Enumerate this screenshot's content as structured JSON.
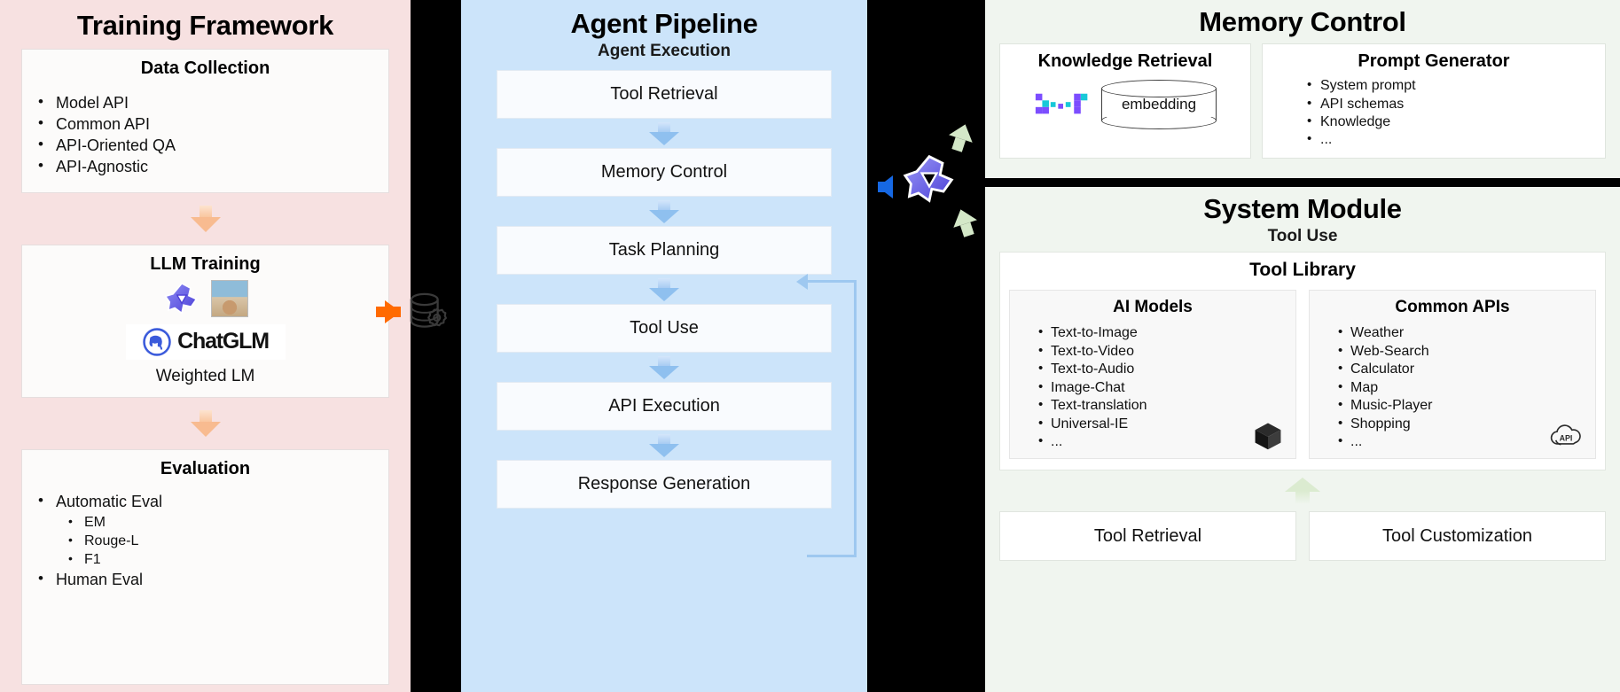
{
  "training": {
    "title": "Training Framework",
    "data_collection": {
      "title": "Data Collection",
      "items": [
        "Model API",
        "Common API",
        "API-Oriented QA",
        "API-Agnostic"
      ]
    },
    "llm_training": {
      "title": "LLM Training",
      "logo_glm": "glm-hexagon-logo",
      "logo_llama": "llama-image-logo",
      "chatglm_label": "ChatGLM",
      "caption": "Weighted LM"
    },
    "evaluation": {
      "title": "Evaluation",
      "items": [
        {
          "label": "Automatic Eval",
          "level": 0
        },
        {
          "label": "EM",
          "level": 1
        },
        {
          "label": "Rouge-L",
          "level": 1
        },
        {
          "label": "F1",
          "level": 1
        },
        {
          "label": "Human Eval",
          "level": 0
        }
      ]
    }
  },
  "connectors": {
    "db_icon": "database-gear-icon",
    "arrow_in": "arrow-right-orange",
    "arrow_out": "arrow-right-blue",
    "arrow_back": "arrow-left-blue",
    "glm_logo": "glm-hexagon-logo",
    "arrow_up_green": "arrow-green-up",
    "arrow_down_green": "arrow-green-down"
  },
  "pipeline": {
    "title": "Agent Pipeline",
    "subtitle": "Agent Execution",
    "steps": [
      "Tool Retrieval",
      "Memory Control",
      "Task Planning",
      "Tool Use",
      "API Execution",
      "Response Generation"
    ],
    "feedback_loop": "feedback-loop-arrow"
  },
  "memory": {
    "title": "Memory Control",
    "knowledge_retrieval": {
      "title": "Knowledge Retrieval",
      "logo": "vector-dots-logo",
      "store_label": "embedding"
    },
    "prompt_generator": {
      "title": "Prompt Generator",
      "items": [
        "System prompt",
        "API schemas",
        "Knowledge",
        "..."
      ]
    }
  },
  "system": {
    "title": "System Module",
    "subtitle": "Tool Use",
    "tool_library": {
      "title": "Tool Library",
      "ai_models": {
        "title": "AI Models",
        "icon": "cube-icon",
        "items": [
          "Text-to-Image",
          "Text-to-Video",
          "Text-to-Audio",
          "Image-Chat",
          "Text-translation",
          "Universal-IE",
          "..."
        ]
      },
      "common_apis": {
        "title": "Common APIs",
        "icon": "api-cloud-icon",
        "items": [
          "Weather",
          "Web-Search",
          "Calculator",
          "Map",
          "Music-Player",
          "Shopping",
          "..."
        ]
      }
    },
    "bottom_actions": [
      "Tool Retrieval",
      "Tool Customization"
    ]
  },
  "colors": {
    "training_bg": "#f7e1e1",
    "pipeline_bg": "#cce4fa",
    "system_bg": "#f0f5ef",
    "orange_arrow": "#ff6a00",
    "blue_arrow": "#1668e3",
    "green_arrow": "#d4e8c8",
    "gap_bg": "#000000"
  }
}
